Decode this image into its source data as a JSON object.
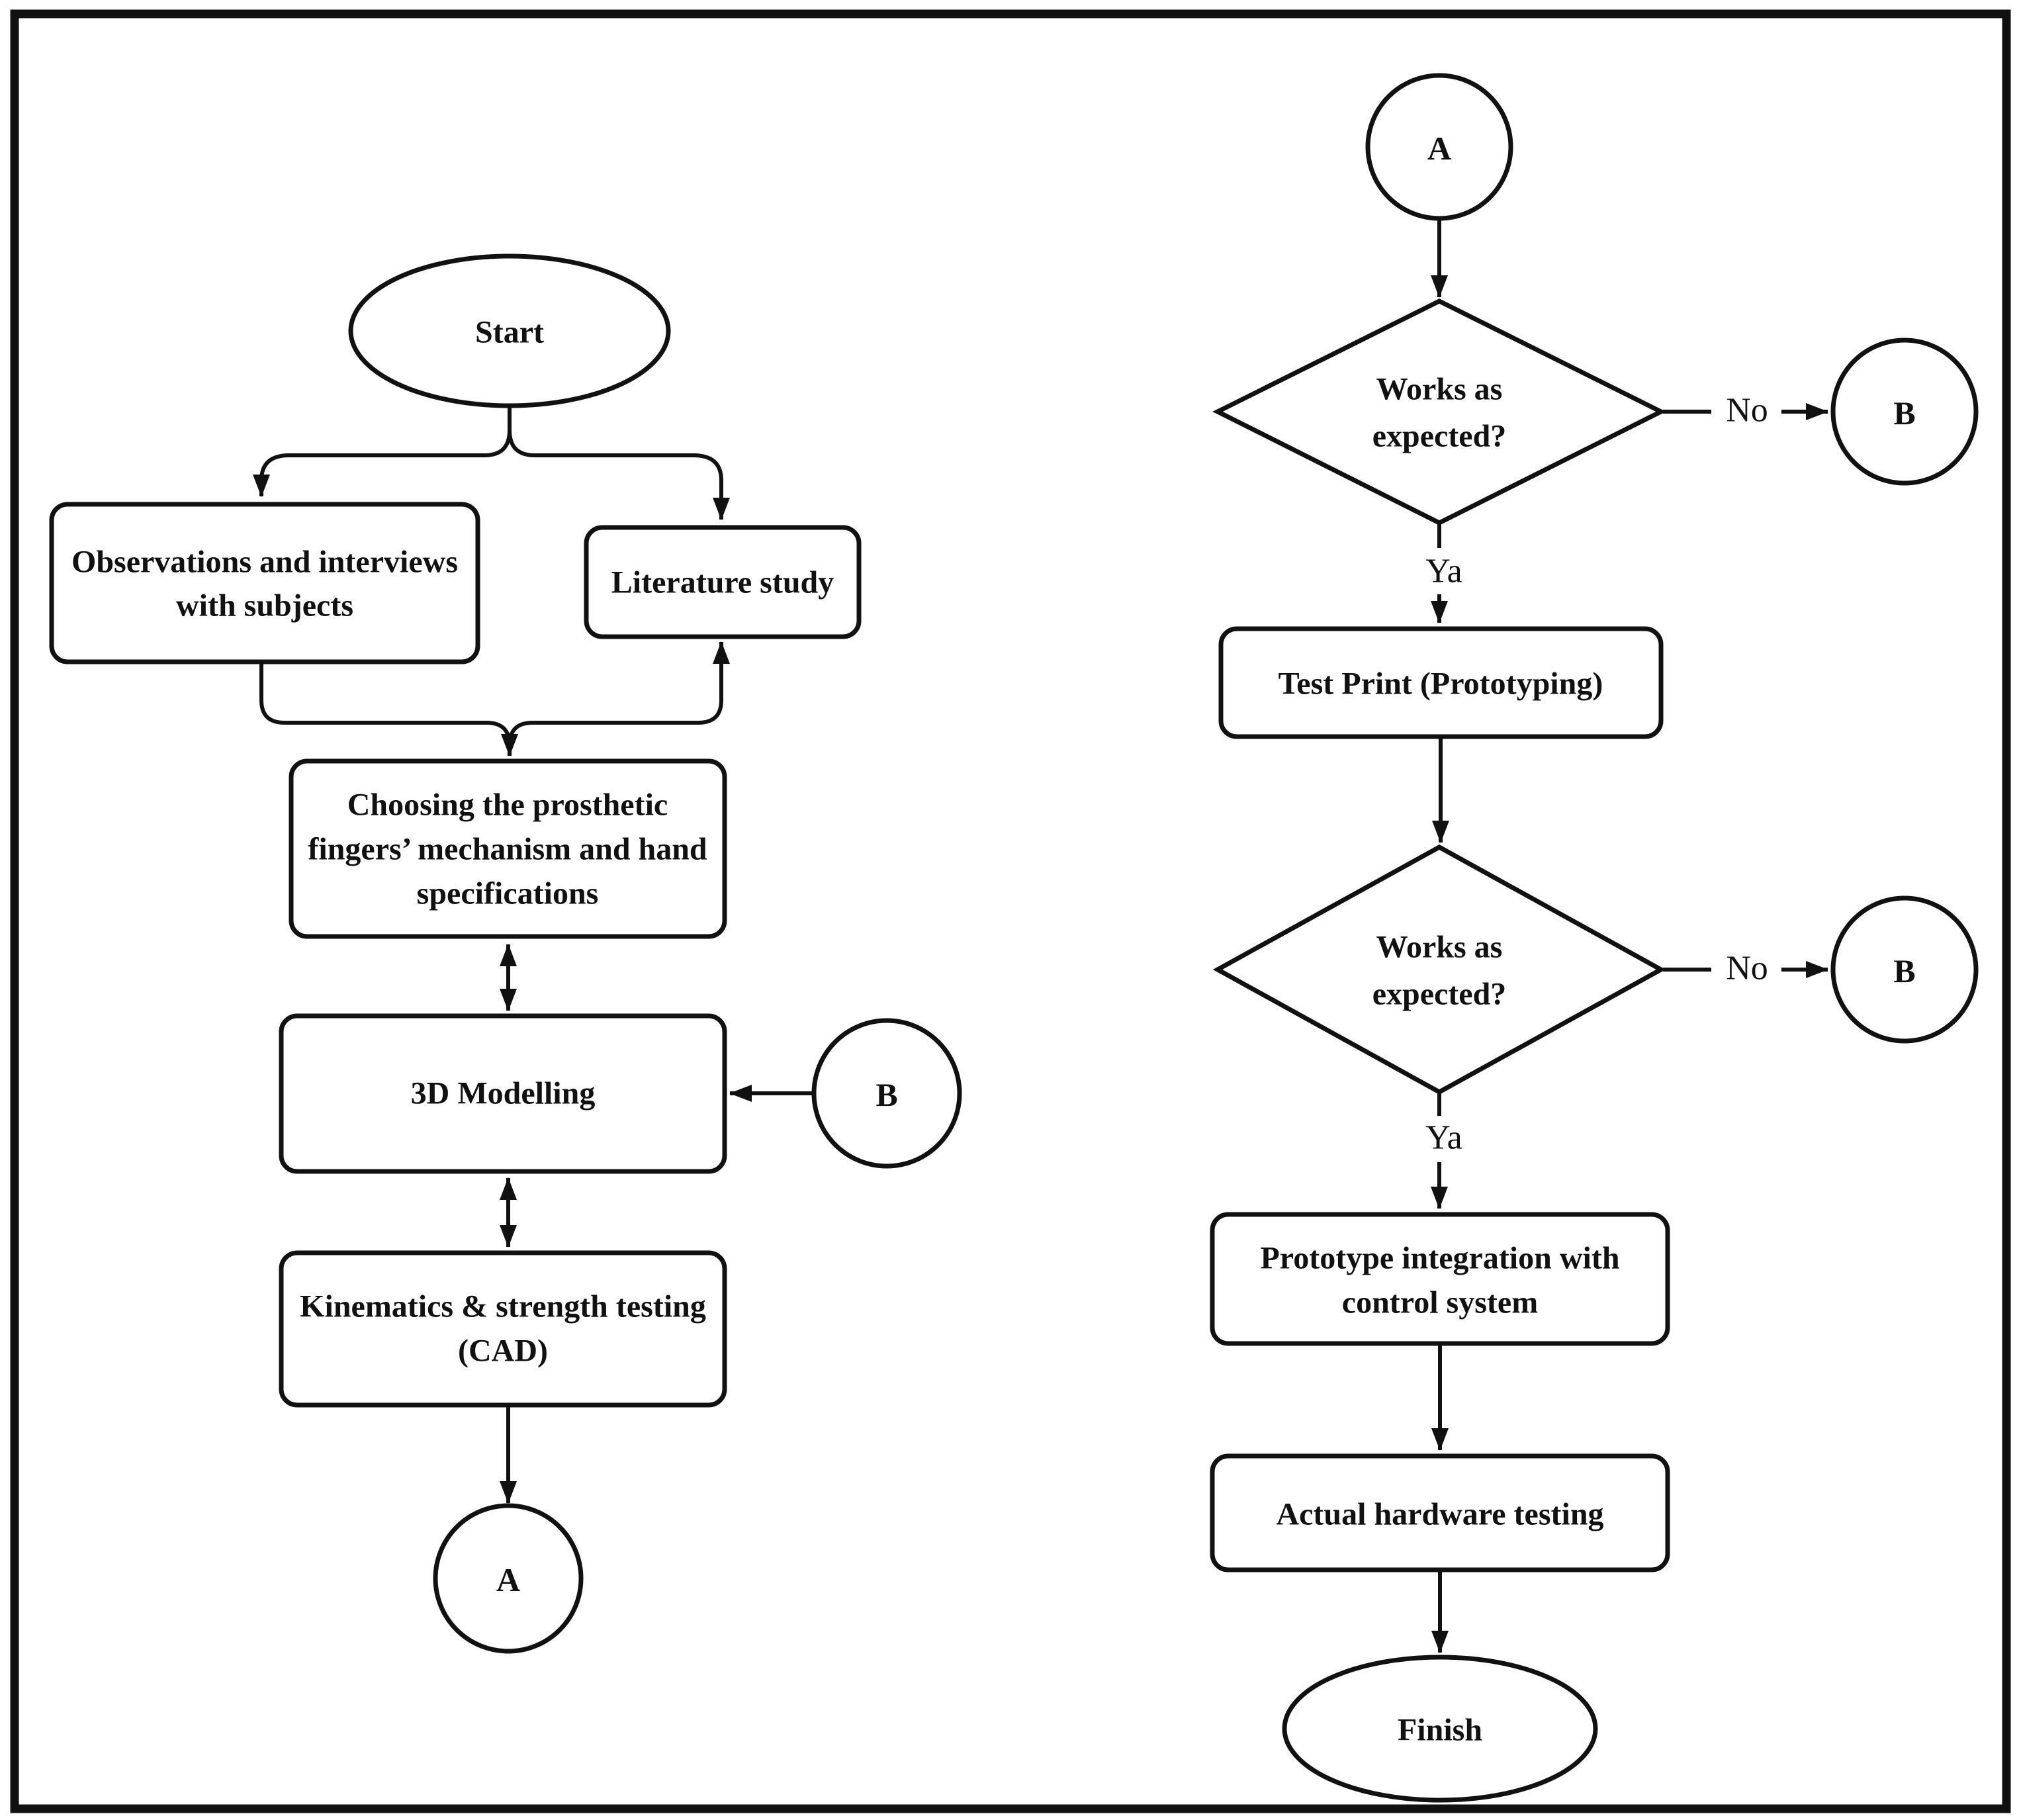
{
  "diagram": {
    "type": "flowchart",
    "description": "Two-column prosthetic hand design methodology flowchart",
    "colors": {
      "ink": "#111111",
      "background": "#ffffff"
    },
    "nodes": {
      "start": {
        "shape": "terminator",
        "label": "Start"
      },
      "observations": {
        "shape": "process",
        "line1": "Observations and interviews",
        "line2": "with subjects"
      },
      "literature": {
        "shape": "process",
        "label": "Literature study"
      },
      "choosing": {
        "shape": "process",
        "line1": "Choosing the prosthetic",
        "line2": "fingers’ mechanism and hand",
        "line3": "specifications"
      },
      "modelling": {
        "shape": "process",
        "label": "3D Modelling"
      },
      "kinematics": {
        "shape": "process",
        "line1": "Kinematics & strength testing",
        "line2": "(CAD)"
      },
      "connector_a_left": {
        "shape": "connector",
        "label": "A"
      },
      "connector_b_left": {
        "shape": "connector",
        "label": "B"
      },
      "connector_a_right": {
        "shape": "connector",
        "label": "A"
      },
      "decision1": {
        "shape": "decision",
        "line1": "Works as",
        "line2": "expected?"
      },
      "connector_b1": {
        "shape": "connector",
        "label": "B"
      },
      "test_print": {
        "shape": "process",
        "label": "Test Print (Prototyping)"
      },
      "decision2": {
        "shape": "decision",
        "line1": "Works as",
        "line2": "expected?"
      },
      "connector_b2": {
        "shape": "connector",
        "label": "B"
      },
      "prototype": {
        "shape": "process",
        "line1": "Prototype integration with",
        "line2": "control system"
      },
      "hardware": {
        "shape": "process",
        "label": "Actual hardware testing"
      },
      "finish": {
        "shape": "terminator",
        "label": "Finish"
      }
    },
    "edge_labels": {
      "no1": "No",
      "ya1": "Ya",
      "no2": "No",
      "ya2": "Ya"
    }
  }
}
